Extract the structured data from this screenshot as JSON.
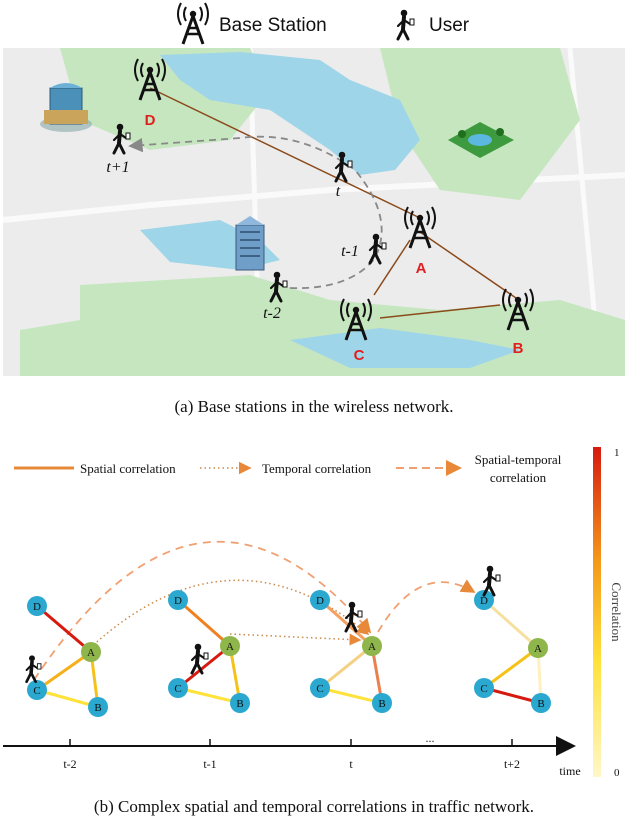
{
  "legend_top": {
    "base_station_label": "Base Station",
    "user_label": "User",
    "base_station_icon": "antenna-tower-icon",
    "user_icon": "walking-user-icon"
  },
  "map": {
    "stations": [
      {
        "id": "A",
        "label": "A"
      },
      {
        "id": "B",
        "label": "B"
      },
      {
        "id": "C",
        "label": "C"
      },
      {
        "id": "D",
        "label": "D"
      }
    ],
    "user_times": [
      "t+1",
      "t",
      "t-1",
      "t-2"
    ],
    "station_label_color": "#e02020"
  },
  "caption_a": "(a) Base stations in the wireless network.",
  "legend_b": {
    "spatial": "Spatial correlation",
    "temporal": "Temporal correlation",
    "spatial_temporal_line1": "Spatial-temporal",
    "spatial_temporal_line2": "correlation"
  },
  "colorbar": {
    "max_label": "1",
    "min_label": "0",
    "title": "Correlation"
  },
  "graph": {
    "node_labels": [
      "A",
      "B",
      "C",
      "D"
    ],
    "node_blue": "#2aa8d0",
    "node_green": "#8fb64a"
  },
  "timeline": {
    "ticks": [
      "t-2",
      "t-1",
      "t",
      "t+2"
    ],
    "ellipsis": "...",
    "axis_label": "time"
  },
  "caption_b": "(b) Complex spatial and temporal correlations in traffic network."
}
